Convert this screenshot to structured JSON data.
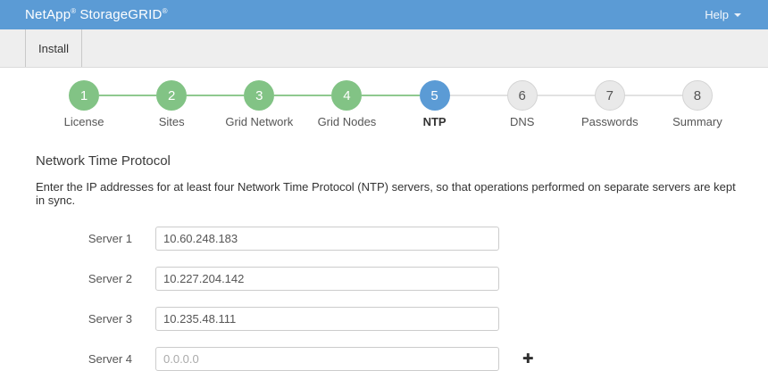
{
  "header": {
    "brand": {
      "netapp": "NetApp",
      "reg": "®",
      "product": "StorageGRID"
    },
    "help_label": "Help",
    "help_caret_icon": "caret-down"
  },
  "tabbar": {
    "tabs": [
      {
        "label": "Install",
        "active": true
      }
    ]
  },
  "stepper": {
    "steps": [
      {
        "number": "1",
        "label": "License",
        "state": "done"
      },
      {
        "number": "2",
        "label": "Sites",
        "state": "done"
      },
      {
        "number": "3",
        "label": "Grid Network",
        "state": "done"
      },
      {
        "number": "4",
        "label": "Grid Nodes",
        "state": "done"
      },
      {
        "number": "5",
        "label": "NTP",
        "state": "current"
      },
      {
        "number": "6",
        "label": "DNS",
        "state": "todo"
      },
      {
        "number": "7",
        "label": "Passwords",
        "state": "todo"
      },
      {
        "number": "8",
        "label": "Summary",
        "state": "todo"
      }
    ]
  },
  "main": {
    "title": "Network Time Protocol",
    "description": "Enter the IP addresses for at least four Network Time Protocol (NTP) servers, so that operations performed on separate servers are kept in sync.",
    "form": {
      "servers": [
        {
          "label": "Server 1",
          "value": "10.60.248.183",
          "placeholder": ""
        },
        {
          "label": "Server 2",
          "value": "10.227.204.142",
          "placeholder": ""
        },
        {
          "label": "Server 3",
          "value": "10.235.48.111",
          "placeholder": ""
        },
        {
          "label": "Server 4",
          "value": "",
          "placeholder": "0.0.0.0"
        }
      ],
      "add_icon": "✚",
      "add_icon_name": "plus-icon"
    }
  },
  "colors": {
    "header_bg": "#5b9bd5",
    "accent": "#5b9bd5",
    "step_done": "#82c385",
    "line_done": "#8fc98f",
    "line_todo": "#e2e2e2",
    "tab_bg": "#eeeeee",
    "input_border": "#cccccc",
    "placeholder": "#aaaaaa"
  }
}
